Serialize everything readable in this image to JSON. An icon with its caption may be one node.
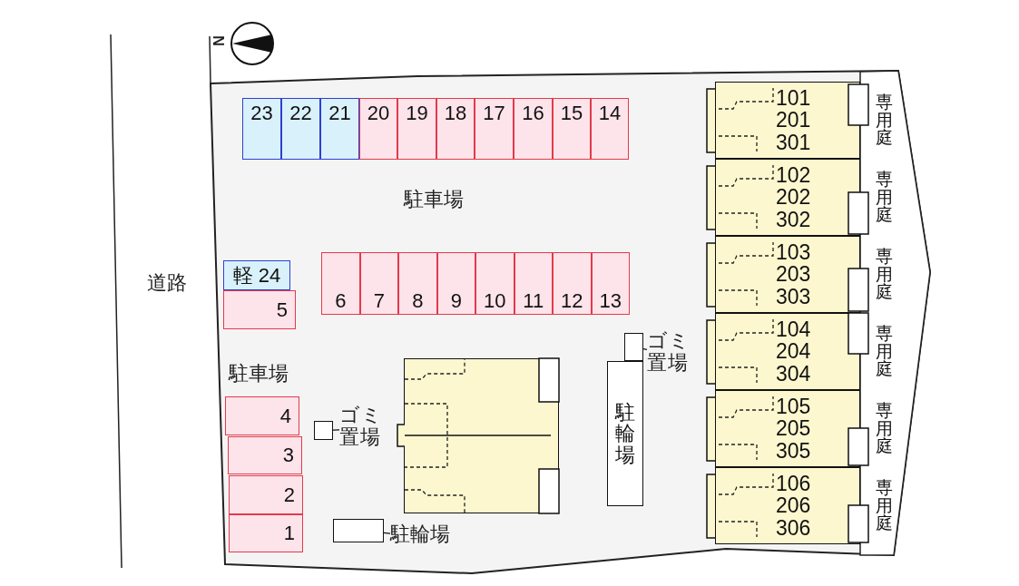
{
  "diagram": {
    "nodes": [
      {
        "text": [
          "23"
        ]
      },
      {
        "text": [
          "22"
        ]
      },
      {
        "text": [
          "21"
        ]
      },
      {
        "text": [
          "20"
        ]
      },
      {
        "text": [
          "19"
        ]
      },
      {
        "text": [
          "18"
        ]
      },
      {
        "text": [
          "17"
        ]
      },
      {
        "text": [
          "16"
        ]
      },
      {
        "text": [
          "15"
        ]
      },
      {
        "text": [
          "14"
        ]
      },
      {
        "text": [
          "軽 24"
        ]
      },
      {
        "text": [
          "5"
        ]
      },
      {
        "text": [
          "6"
        ]
      },
      {
        "text": [
          "7"
        ]
      },
      {
        "text": [
          "8"
        ]
      },
      {
        "text": [
          "9"
        ]
      },
      {
        "text": [
          "10"
        ]
      },
      {
        "text": [
          "11"
        ]
      },
      {
        "text": [
          "12"
        ]
      },
      {
        "text": [
          "13"
        ]
      },
      {
        "text": [
          "4"
        ]
      },
      {
        "text": [
          "3"
        ]
      },
      {
        "text": [
          "2"
        ]
      },
      {
        "text": [
          "1"
        ]
      },
      {
        "text": [],
        "shape": "box"
      },
      {
        "text": [
          "ゴミ置場"
        ]
      },
      {
        "text": [],
        "shape": "box"
      },
      {
        "text": [],
        "shape": "box"
      },
      {
        "text": [
          "駐輪場"
        ]
      },
      {
        "text": [
          "駐輪場"
        ]
      },
      {
        "text": [],
        "shape": "box"
      },
      {
        "text": [
          "ゴミ置場"
        ]
      },
      {
        "text": [
          "101",
          "201",
          "301"
        ]
      },
      {
        "text": [
          "102",
          "202",
          "302"
        ]
      },
      {
        "text": [
          "103",
          "203",
          "303"
        ]
      },
      {
        "text": [
          "104",
          "204",
          "304"
        ]
      },
      {
        "text": [
          "105",
          "205",
          "305"
        ]
      },
      {
        "text": [
          "106",
          "206",
          "306"
        ]
      },
      {
        "text": [
          "専用庭"
        ]
      },
      {
        "text": [
          "専用庭"
        ]
      },
      {
        "text": [
          "専用庭"
        ]
      },
      {
        "text": [
          "専用庭"
        ]
      },
      {
        "text": [
          "専用庭"
        ]
      },
      {
        "text": [
          "専用庭"
        ]
      }
    ],
    "edges": [
      {
        "from": 25,
        "to": 24,
        "arrow": "none"
      },
      {
        "from": 28,
        "to": 27,
        "arrow": "none"
      },
      {
        "from": 31,
        "to": 30,
        "arrow": "none"
      }
    ],
    "labels": [
      "N",
      "道路",
      "駐車場",
      "駐車場"
    ]
  }
}
